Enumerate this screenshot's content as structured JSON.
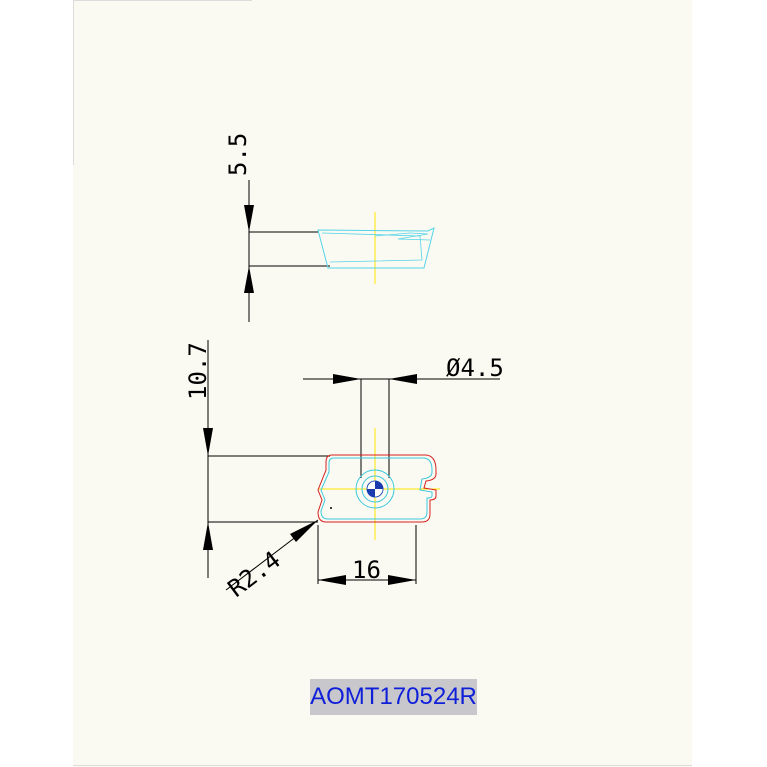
{
  "drawing": {
    "dimensions": {
      "thickness": "5.5",
      "height": "10.7",
      "hole_diameter": "Ø4.5",
      "length": "16",
      "corner_radius": "R2.4"
    },
    "part_number": "AOMT170524R"
  },
  "colors": {
    "page_background": "#fafaf2",
    "outer_background": "#ffffff",
    "dimension_lines": "#000000",
    "side_view_outline": "#55d4e8",
    "center_lines": "#ffe600",
    "insert_outline_red": "#d62020",
    "insert_outline_cyan": "#3cc8dc",
    "label_background": "#c8c8cc",
    "label_text": "#1020d8"
  }
}
